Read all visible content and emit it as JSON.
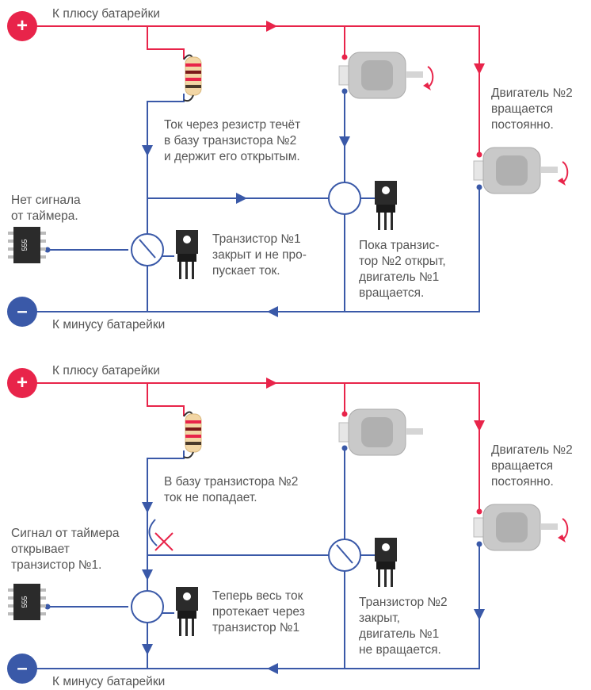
{
  "colors": {
    "positive": "#e8244a",
    "negative": "#3a59a8",
    "text": "#555555",
    "resistor_body": "#f2d6a5",
    "motor_body": "#c9c9c9",
    "chip": "#2b2b2b"
  },
  "icons": [
    "resistor-icon",
    "motor-icon",
    "transistor-icon",
    "chip-555-icon",
    "rotation-arrow-icon",
    "broken-link-icon"
  ],
  "panels": [
    {
      "plus_sign": "+",
      "minus_sign": "–",
      "plus_label": "К плюсу батарейки",
      "minus_label": "К минусу батарейки",
      "chip_text": "555",
      "note_resistor": "Ток через резистр течёт\nв базу транзистора №2\nи держит его открытым.",
      "note_timer": "Нет сигнала\nот таймера.",
      "note_t1": "Транзистор №1\nзакрыт и не про-\nпускает ток.",
      "note_t2": "Пока транзис-\nтор №2 открыт,\nдвигатель №1\nвращается.",
      "note_motor2": "Двигатель №2\nвращается\nпостоянно."
    },
    {
      "plus_sign": "+",
      "minus_sign": "–",
      "plus_label": "К плюсу батарейки",
      "minus_label": "К минусу батарейки",
      "chip_text": "555",
      "note_resistor": "В базу транзистора №2\nток не попадает.",
      "note_timer": "Сигнал от таймера\nоткрывает\nтранзистор №1.",
      "note_t1": "Теперь весь ток\nпротекает через\nтранзистор №1",
      "note_t2": "Транзистор №2\nзакрыт,\nдвигатель №1\nне вращается.",
      "note_motor2": "Двигатель №2\nвращается\nпостоянно."
    }
  ]
}
